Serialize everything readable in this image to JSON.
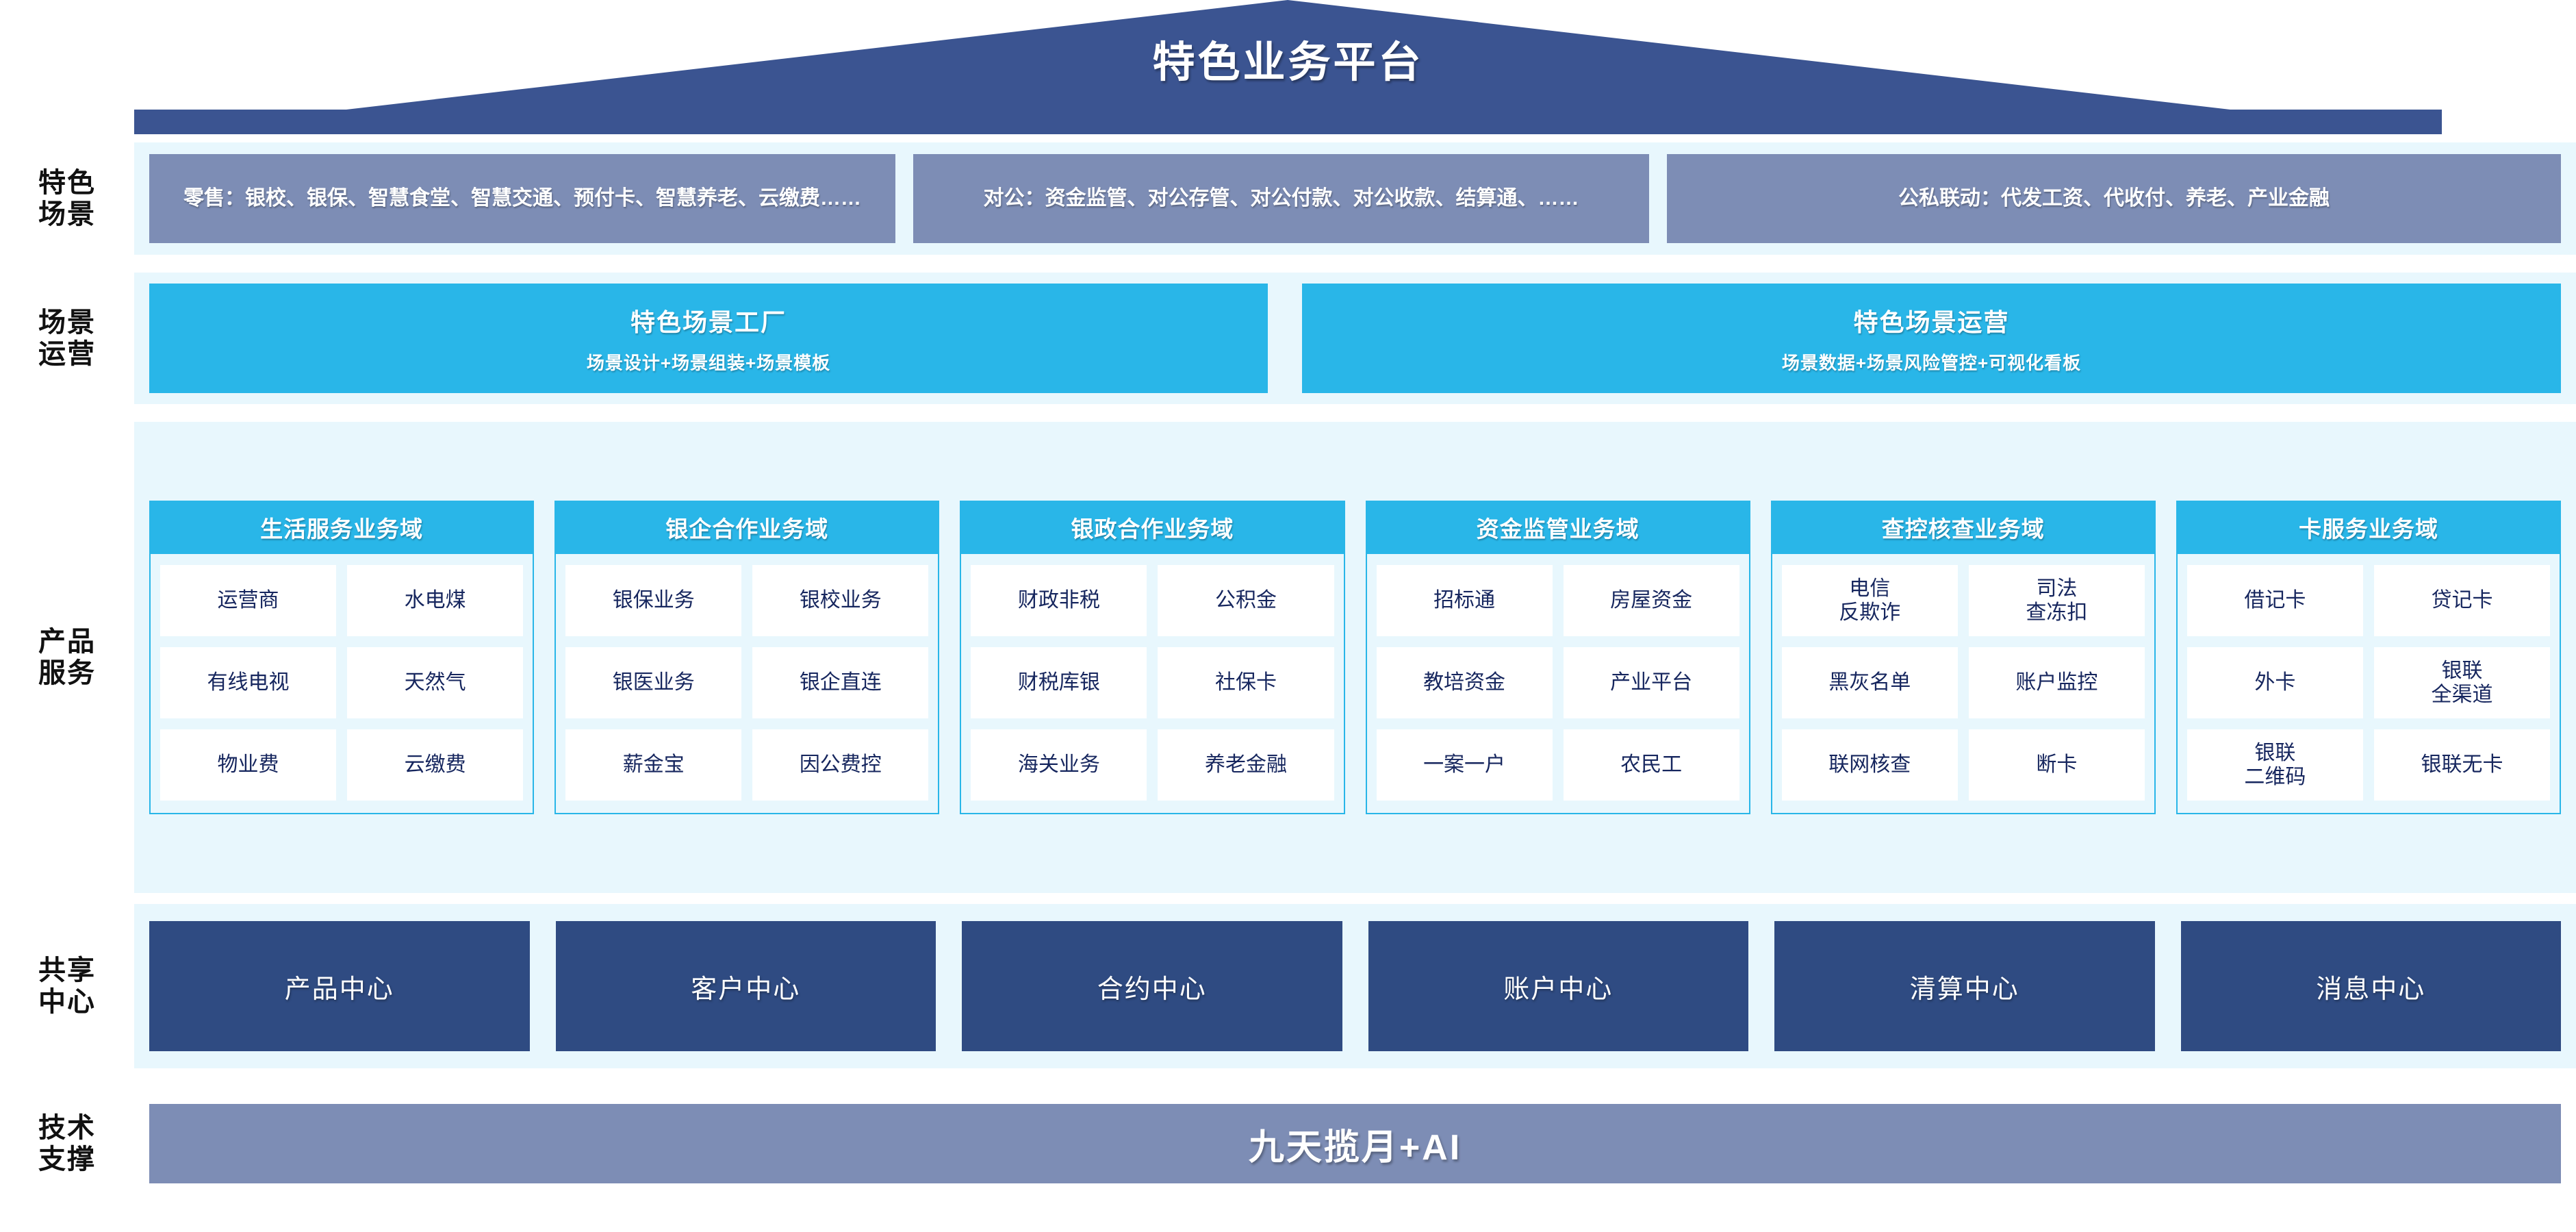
{
  "header": {
    "title": "特色业务平台",
    "roof_color": "#3B5491"
  },
  "rows": {
    "scene": {
      "label": "特色\n场景",
      "boxes": [
        {
          "text": "零售：银校、银保、智慧食堂、智慧交通、预付卡、智慧养老、云缴费……"
        },
        {
          "text": "对公：资金监管、对公存管、对公付款、对公收款、结算通、……"
        },
        {
          "text": "公私联动：代发工资、代收付、养老、产业金融"
        }
      ]
    },
    "operations": {
      "label": "场景\n运营",
      "boxes": [
        {
          "title": "特色场景工厂",
          "subtitle": "场景设计+场景组装+场景模板"
        },
        {
          "title": "特色场景运营",
          "subtitle": "场景数据+场景风险管控+可视化看板"
        }
      ]
    },
    "products": {
      "label": "产品\n服务",
      "domains": [
        {
          "title": "生活服务业务域",
          "cells": [
            [
              "运营商",
              "水电煤"
            ],
            [
              "有线电视",
              "天然气"
            ],
            [
              "物业费",
              "云缴费"
            ]
          ]
        },
        {
          "title": "银企合作业务域",
          "cells": [
            [
              "银保业务",
              "银校业务"
            ],
            [
              "银医业务",
              "银企直连"
            ],
            [
              "薪金宝",
              "因公费控"
            ]
          ]
        },
        {
          "title": "银政合作业务域",
          "cells": [
            [
              "财政非税",
              "公积金"
            ],
            [
              "财税库银",
              "社保卡"
            ],
            [
              "海关业务",
              "养老金融"
            ]
          ]
        },
        {
          "title": "资金监管业务域",
          "cells": [
            [
              "招标通",
              "房屋资金"
            ],
            [
              "教培资金",
              "产业平台"
            ],
            [
              "一案一户",
              "农民工"
            ]
          ]
        },
        {
          "title": "查控核查业务域",
          "cells": [
            [
              "电信\n反欺诈",
              "司法\n查冻扣"
            ],
            [
              "黑灰名单",
              "账户监控"
            ],
            [
              "联网核查",
              "断卡"
            ]
          ]
        },
        {
          "title": "卡服务业务域",
          "cells": [
            [
              "借记卡",
              "贷记卡"
            ],
            [
              "外卡",
              "银联\n全渠道"
            ],
            [
              "银联\n二维码",
              "银联无卡"
            ]
          ]
        }
      ]
    },
    "centers": {
      "label": "共享\n中心",
      "items": [
        {
          "text": "产品中心"
        },
        {
          "text": "客户中心"
        },
        {
          "text": "合约中心"
        },
        {
          "text": "账户中心"
        },
        {
          "text": "清算中心"
        },
        {
          "text": "消息中心"
        }
      ]
    },
    "tech": {
      "label": "技术\n支撑",
      "bar_text": "九天揽月+AI"
    }
  },
  "colors": {
    "roof_navy": "#3B5491",
    "panel_bg": "#E8F7FD",
    "slate_blue": "#7D8DB5",
    "cyan": "#29B6E8",
    "deep_navy": "#2F4B82",
    "card_text": "#16265E"
  }
}
